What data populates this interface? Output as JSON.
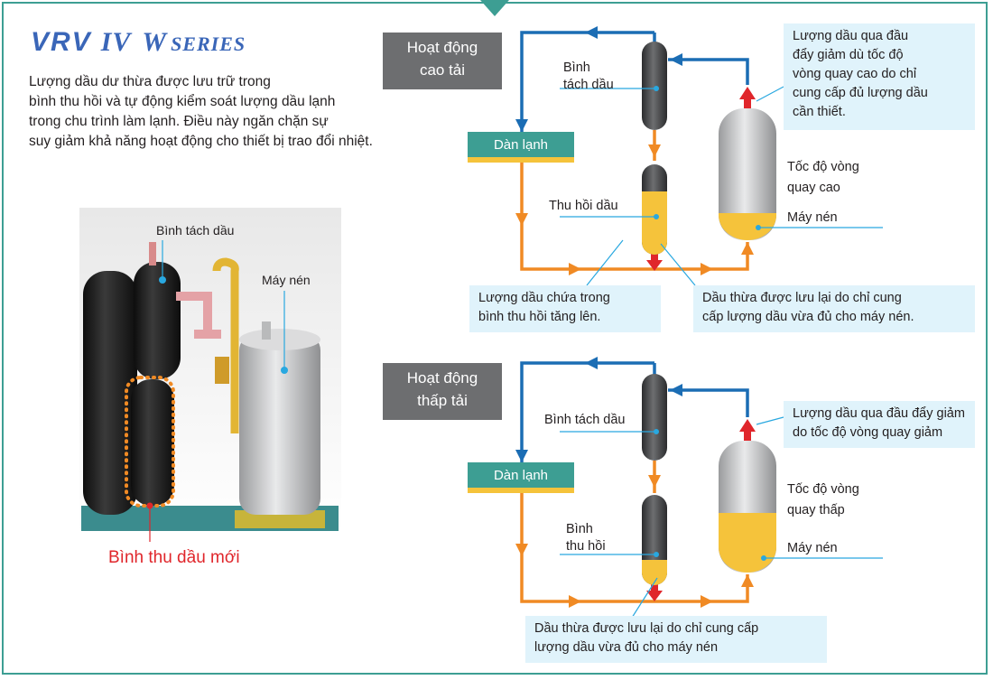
{
  "brand": {
    "vrv": "VRV",
    "iv": "IV",
    "w": "W",
    "series": "SERIES"
  },
  "intro": [
    "Lượng dầu dư thừa được lưu trữ trong",
    "bình thu hồi và tự động kiểm soát lượng dầu lạnh",
    "trong chu trình làm lạnh. Điều này ngăn chặn sự",
    "suy giảm khả năng hoạt động cho thiết bị trao đổi nhiệt."
  ],
  "photo": {
    "separator_label": "Bình tách dầu",
    "compressor_label": "Máy nén",
    "new_tank_label": "Bình thu dầu mới"
  },
  "high_load": {
    "title": [
      "Hoạt động",
      "cao tải"
    ],
    "evaporator": "Dàn lạnh",
    "separator": [
      "Bình",
      "tách dầu"
    ],
    "recovery": "Thu hồi dầu",
    "speed": [
      "Tốc độ vòng",
      "quay cao"
    ],
    "compressor": "Máy nén",
    "callout_top": [
      "Lượng dầu qua đầu",
      "đẩy giảm dù tốc độ",
      "vòng quay cao do chỉ",
      "cung cấp đủ lượng dầu",
      "cần thiết."
    ],
    "callout_left": [
      "Lượng dầu chứa trong",
      "bình thu hồi tăng lên."
    ],
    "callout_right": [
      "Dầu thừa được lưu lại do chỉ cung",
      "cấp lượng dầu vừa đủ cho máy nén."
    ]
  },
  "low_load": {
    "title": [
      "Hoạt động",
      "thấp tải"
    ],
    "evaporator": "Dàn lạnh",
    "separator": "Bình tách dầu",
    "recovery": [
      "Bình",
      "thu hồi"
    ],
    "speed": [
      "Tốc độ vòng",
      "quay thấp"
    ],
    "compressor": "Máy nén",
    "callout_top": [
      "Lượng dầu qua đầu đẩy giảm",
      "do tốc độ vòng quay giảm"
    ],
    "callout_bottom": [
      "Dầu thừa được lưu lại do chỉ cung cấp",
      "lượng dầu vừa đủ cho máy nén"
    ]
  },
  "colors": {
    "frame": "#3d9e93",
    "brand": "#3a66b8",
    "pipe_blue": "#1b6db4",
    "pipe_orange": "#f08a24",
    "oil": "#f5c33b",
    "red_arrow": "#e0262b",
    "callout": "#e0f3fb",
    "mode_box": "#6d6e70"
  }
}
